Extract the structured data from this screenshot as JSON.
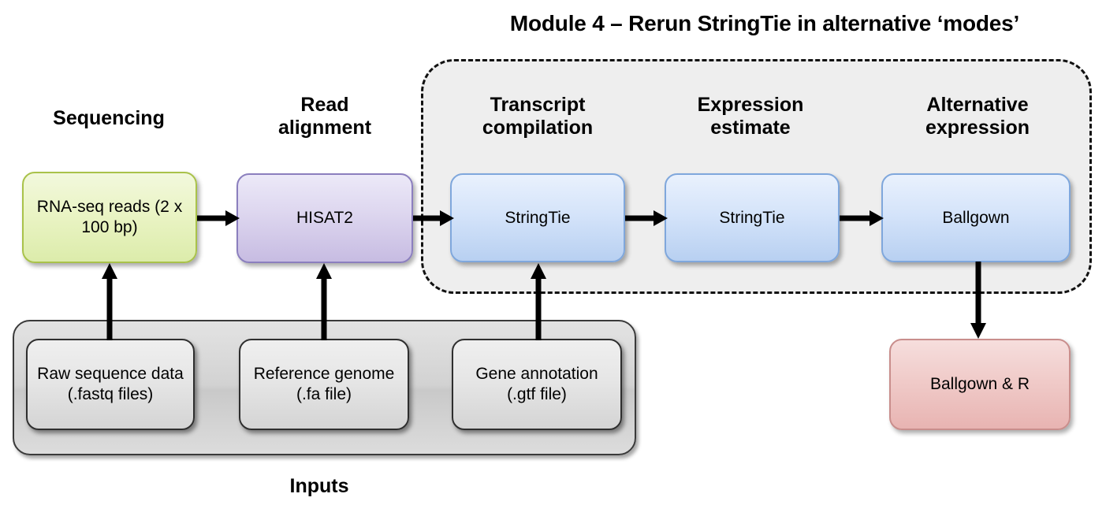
{
  "title": "Module 4 – Rerun StringTie in alternative ‘modes’",
  "columns": [
    {
      "name": "sequencing",
      "label": "Sequencing"
    },
    {
      "name": "read-alignment",
      "label": "Read\nalignment"
    },
    {
      "name": "transcript-compilation",
      "label": "Transcript\ncompilation"
    },
    {
      "name": "expression-estimate",
      "label": "Expression\nestimate"
    },
    {
      "name": "alternative-expression",
      "label": "Alternative\nexpression"
    }
  ],
  "pipeline": [
    {
      "name": "rna-seq-reads",
      "label": "RNA-seq reads (2 x 100 bp)",
      "color": "#eaf4c5"
    },
    {
      "name": "hisat2",
      "label": "HISAT2",
      "color": "#ddd6ef"
    },
    {
      "name": "stringtie-1",
      "label": "StringTie",
      "color": "#d5e4fa"
    },
    {
      "name": "stringtie-2",
      "label": "StringTie",
      "color": "#d5e4fa"
    },
    {
      "name": "ballgown",
      "label": "Ballgown",
      "color": "#d5e4fa"
    }
  ],
  "inputs": {
    "group_label": "Inputs",
    "boxes": [
      {
        "name": "raw-sequence-data",
        "label": "Raw sequence data (.fastq files)"
      },
      {
        "name": "reference-genome",
        "label": "Reference genome (.fa file)"
      },
      {
        "name": "gene-annotation",
        "label": "Gene annotation (.gtf file)"
      }
    ]
  },
  "output": {
    "name": "ballgown-and-r",
    "label": "Ballgown & R",
    "color": "#f0cbc9"
  },
  "module_region": {
    "label": "Module 4 – Rerun StringTie in alternative ‘modes’",
    "fill": "#eeeeee",
    "border_style": "dashed",
    "covers": [
      "stringtie-1",
      "stringtie-2",
      "ballgown"
    ]
  },
  "connections": [
    {
      "from": "rna-seq-reads",
      "to": "hisat2",
      "direction": "right"
    },
    {
      "from": "hisat2",
      "to": "stringtie-1",
      "direction": "right"
    },
    {
      "from": "stringtie-1",
      "to": "stringtie-2",
      "direction": "right"
    },
    {
      "from": "stringtie-2",
      "to": "ballgown",
      "direction": "right"
    },
    {
      "from": "raw-sequence-data",
      "to": "rna-seq-reads",
      "direction": "up"
    },
    {
      "from": "reference-genome",
      "to": "hisat2",
      "direction": "up"
    },
    {
      "from": "gene-annotation",
      "to": "stringtie-1",
      "direction": "up"
    },
    {
      "from": "ballgown",
      "to": "ballgown-and-r",
      "direction": "down"
    }
  ]
}
